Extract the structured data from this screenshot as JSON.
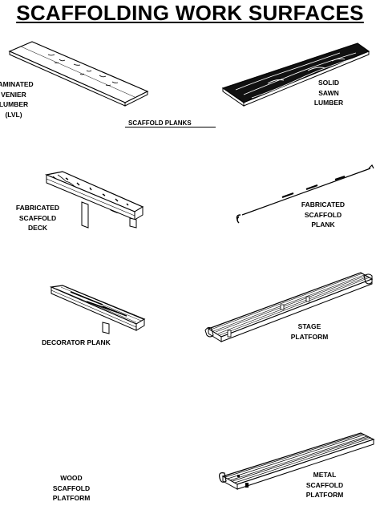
{
  "title": "SCAFFOLDING WORK SURFACES",
  "section_label": "SCAFFOLD PLANKS",
  "items": [
    {
      "id": "lvl",
      "lines": [
        "LAMINATED",
        "VENIER",
        "LUMBER",
        "(LVL)"
      ]
    },
    {
      "id": "solid-sawn",
      "lines": [
        "SOLID",
        "SAWN",
        "LUMBER"
      ]
    },
    {
      "id": "fab-deck",
      "lines": [
        "FABRICATED",
        "SCAFFOLD",
        "DECK"
      ]
    },
    {
      "id": "fab-plank",
      "lines": [
        "FABRICATED",
        "SCAFFOLD",
        "PLANK"
      ]
    },
    {
      "id": "decorator",
      "lines": [
        "DECORATOR PLANK"
      ]
    },
    {
      "id": "stage",
      "lines": [
        "STAGE",
        "PLATFORM"
      ]
    },
    {
      "id": "wood-platform",
      "lines": [
        "WOOD",
        "SCAFFOLD",
        "PLATFORM"
      ]
    },
    {
      "id": "metal-platform",
      "lines": [
        "METAL",
        "SCAFFOLD",
        "PLATFORM"
      ]
    }
  ]
}
